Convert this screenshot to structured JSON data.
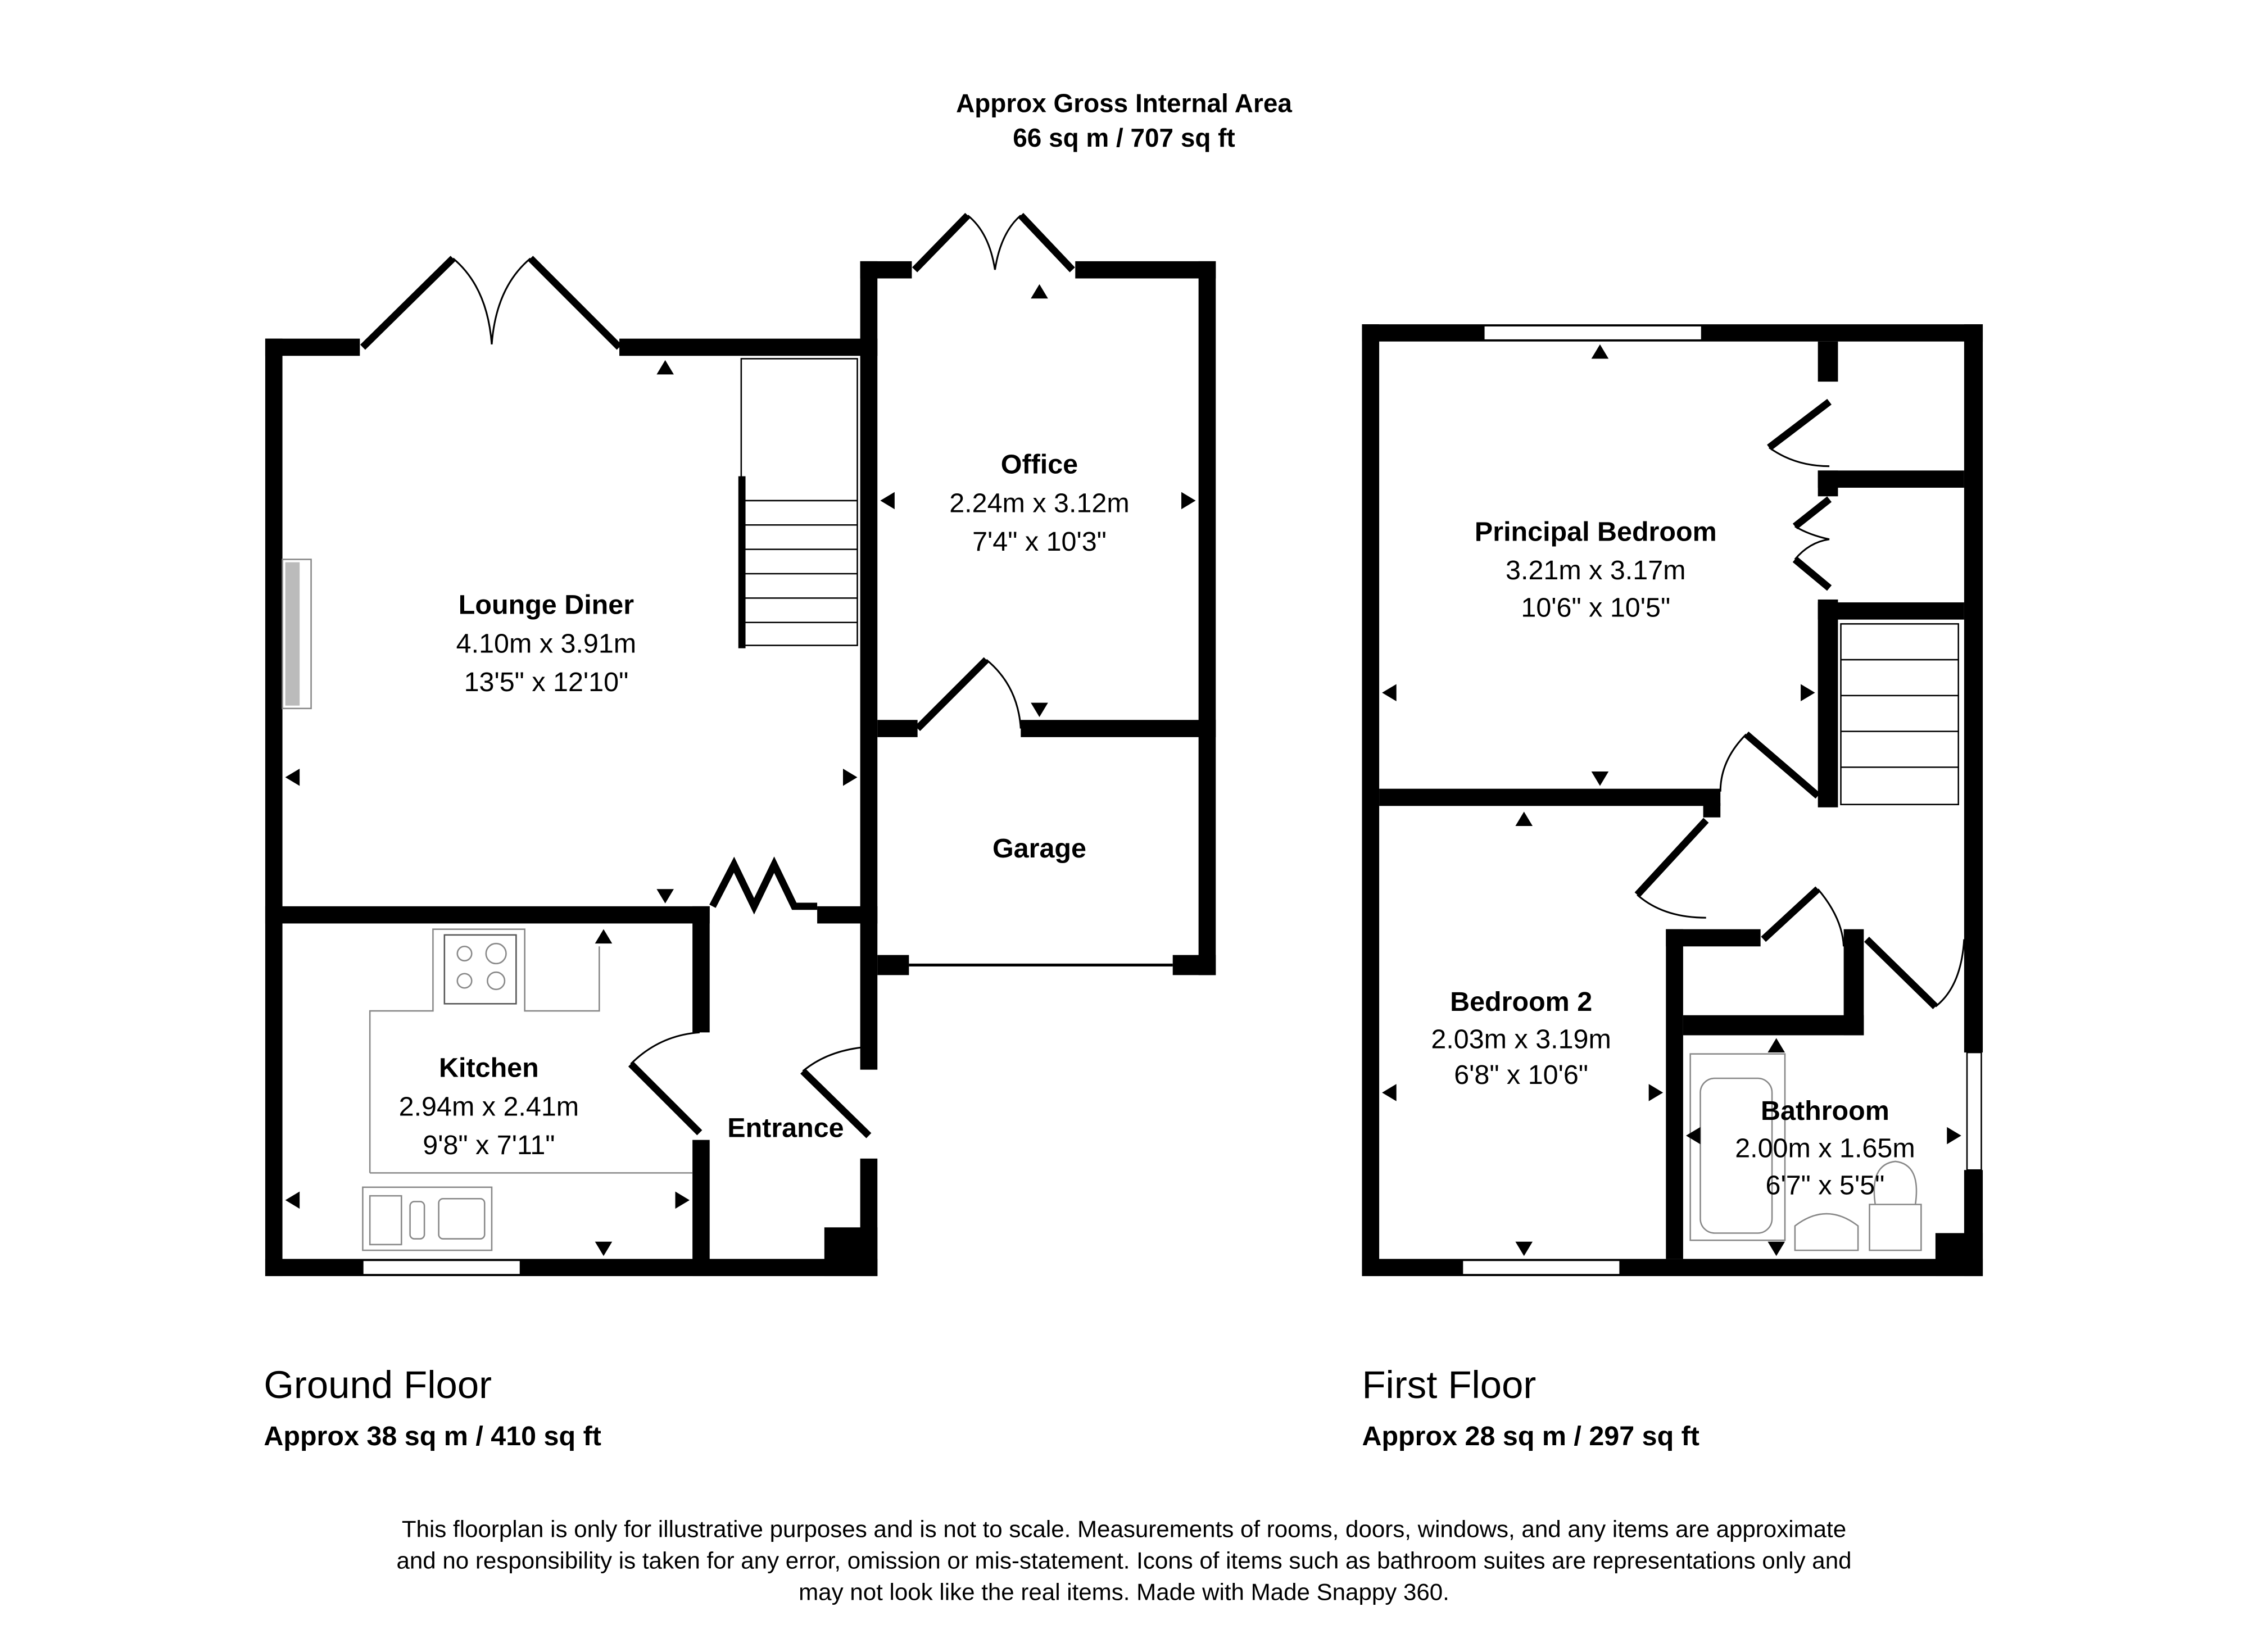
{
  "header": {
    "title": "Approx Gross Internal Area",
    "area": "66 sq m / 707 sq ft"
  },
  "ground_floor": {
    "label": "Ground Floor",
    "area": "Approx 38 sq m / 410 sq ft",
    "rooms": [
      {
        "name": "Lounge Diner",
        "metric": "4.10m x 3.91m",
        "imperial": "13'5\" x 12'10\""
      },
      {
        "name": "Office",
        "metric": "2.24m x 3.12m",
        "imperial": "7'4\" x 10'3\""
      },
      {
        "name": "Garage"
      },
      {
        "name": "Kitchen",
        "metric": "2.94m x 2.41m",
        "imperial": "9'8\" x 7'11\""
      },
      {
        "name": "Entrance"
      }
    ]
  },
  "first_floor": {
    "label": "First Floor",
    "area": "Approx 28 sq m / 297 sq ft",
    "rooms": [
      {
        "name": "Principal Bedroom",
        "metric": "3.21m x 3.17m",
        "imperial": "10'6\" x 10'5\""
      },
      {
        "name": "Bedroom 2",
        "metric": "2.03m x 3.19m",
        "imperial": "6'8\" x 10'6\""
      },
      {
        "name": "Bathroom",
        "metric": "2.00m x 1.65m",
        "imperial": "6'7\" x 5'5\""
      }
    ]
  },
  "disclaimer": [
    "This floorplan is only for illustrative purposes and is not to scale. Measurements of rooms, doors, windows, and any items are approximate",
    "and no responsibility is taken for any error, omission or mis-statement. Icons of items such as bathroom suites are representations only and",
    "may not look like the real items. Made with Made Snappy 360."
  ]
}
